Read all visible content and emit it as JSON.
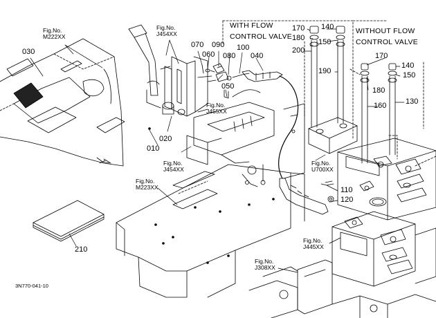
{
  "diagram": {
    "image_code": "3N770-041-10",
    "fig_prefix": "Fig.No.",
    "fig_refs": [
      "M222XX",
      "J454XX",
      "J455XX",
      "J454XX",
      "M223XX",
      "U700XX",
      "J445XX",
      "J308XX"
    ],
    "captions": {
      "with_flow_line1": "WITH FLOW",
      "with_flow_line2": "CONTROL VALVE",
      "without_flow_line1": "WITHOUT FLOW",
      "without_flow_line2": "CONTROL VALVE"
    },
    "part_numbers": [
      "030",
      "070",
      "060",
      "090",
      "100",
      "040",
      "080",
      "050",
      "020",
      "010",
      "170",
      "140",
      "180",
      "150",
      "200",
      "190",
      "170",
      "140",
      "180",
      "150",
      "160",
      "130",
      "110",
      "120",
      "210"
    ],
    "colors": {
      "line": "#000000",
      "background": "#ffffff"
    }
  }
}
